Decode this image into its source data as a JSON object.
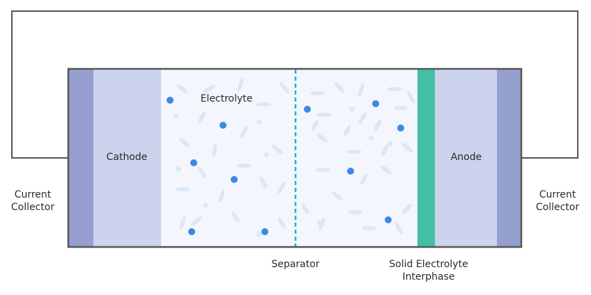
{
  "labels": {
    "cathode": "Cathode",
    "anode": "Anode",
    "electrolyte": "Electrolyte",
    "separator": "Separator",
    "sei_line1": "Solid Electrolyte",
    "sei_line2": "Interphase",
    "collector_left_line1": "Current",
    "collector_left_line2": "Collector",
    "collector_right_line1": "Current",
    "collector_right_line2": "Collector"
  },
  "colors": {
    "outline": "#555555",
    "current_collector": "#95a0d0",
    "electrode": "#ccd3ec",
    "electrolyte_bg": "#f3f6fc",
    "solvent_particles": "#d9e8f8",
    "ions": "#3a8ae0",
    "separator": "#1bb5cc",
    "sei": "#43bfa3"
  }
}
